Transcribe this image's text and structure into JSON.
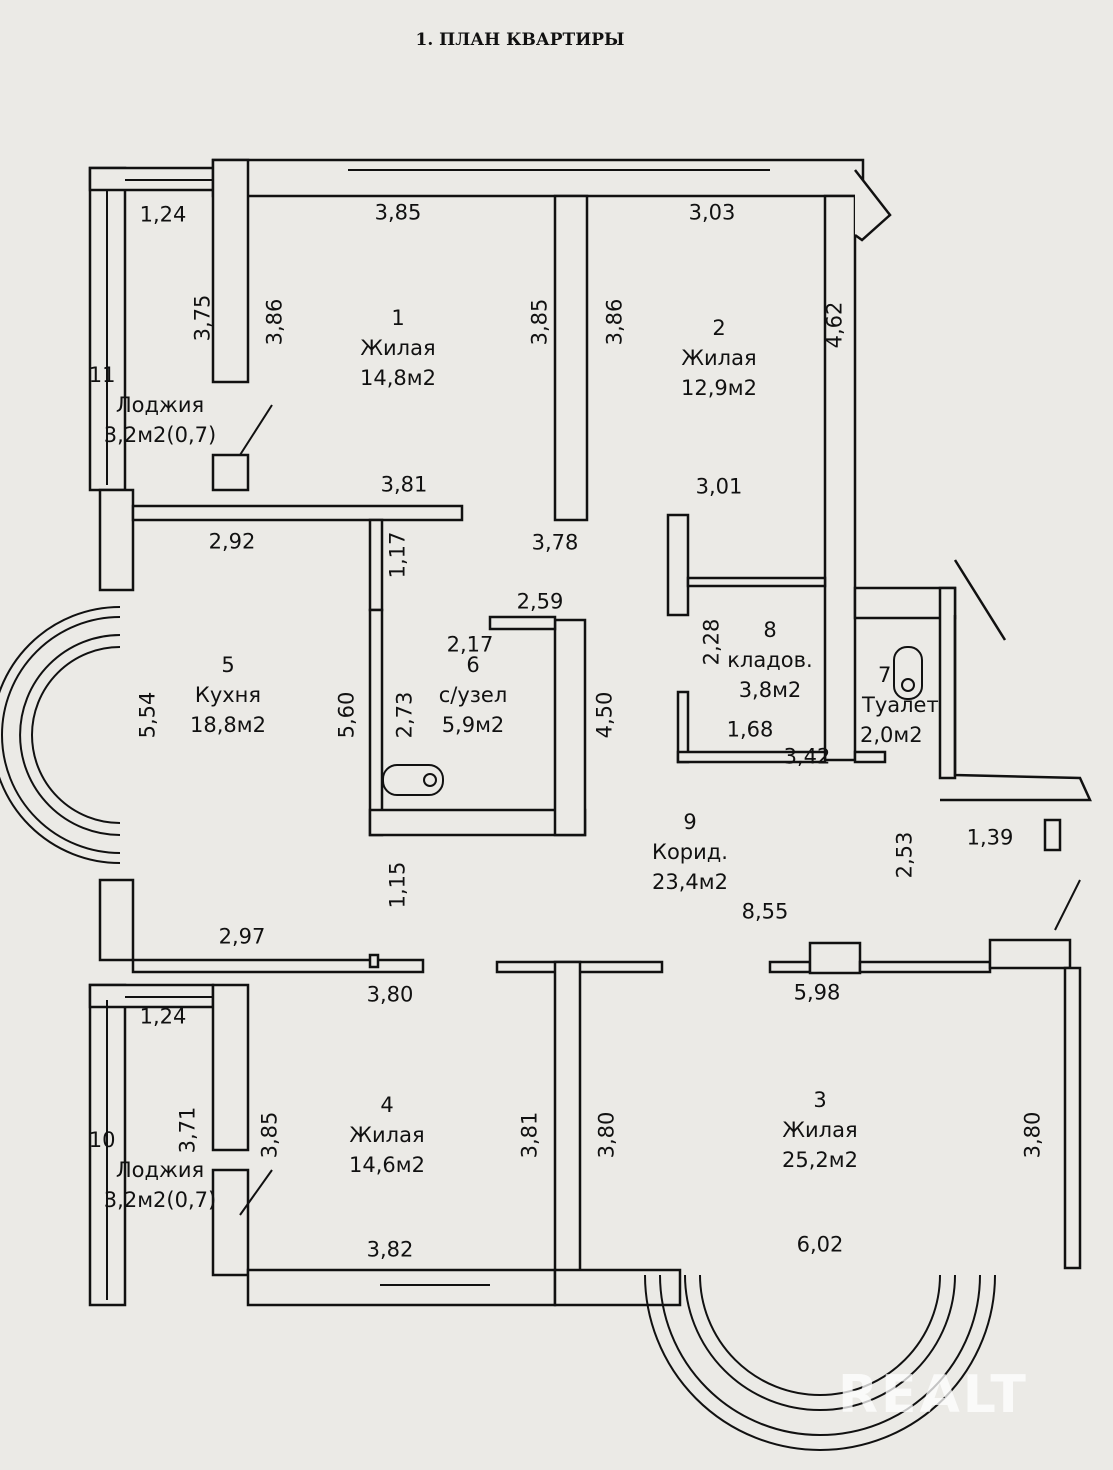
{
  "title": "1. ПЛАН КВАРТИРЫ",
  "rooms": [
    {
      "number": "1",
      "name": "Жилая",
      "area": "14,8м2"
    },
    {
      "number": "2",
      "name": "Жилая",
      "area": "12,9м2"
    },
    {
      "number": "3",
      "name": "Жилая",
      "area": "25,2м2"
    },
    {
      "number": "4",
      "name": "Жилая",
      "area": "14,6м2"
    },
    {
      "number": "5",
      "name": "Кухня",
      "area": "18,8м2"
    },
    {
      "number": "6",
      "name": "с/узел",
      "area": "5,9м2"
    },
    {
      "number": "7",
      "name": "Туалет",
      "area": "2,0м2"
    },
    {
      "number": "8",
      "name": "кладов.",
      "area": "3,8м2"
    },
    {
      "number": "9",
      "name": "Корид.",
      "area": "23,4м2"
    },
    {
      "number": "10",
      "name": "Лоджия",
      "area": "3,2м2(0,7)"
    },
    {
      "number": "11",
      "name": "Лоджия",
      "area": "3,2м2(0,7)"
    }
  ],
  "dimensions": {
    "h": [
      "1,24",
      "3,85",
      "3,03",
      "3,81",
      "3,01",
      "2,92",
      "3,78",
      "2,59",
      "2,17",
      "1,68",
      "3,42",
      "1,39",
      "8,55",
      "2,97",
      "3,80",
      "5,98",
      "1,24",
      "3,82",
      "6,02"
    ],
    "v": [
      "3,75",
      "3,86",
      "3,85",
      "3,86",
      "4,62",
      "1,17",
      "2,28",
      "2,73",
      "5,54",
      "5,60",
      "4,50",
      "2,53",
      "1,15",
      "3,71",
      "3,85",
      "3,81",
      "3,80",
      "3,80"
    ]
  },
  "watermark": "REALT"
}
